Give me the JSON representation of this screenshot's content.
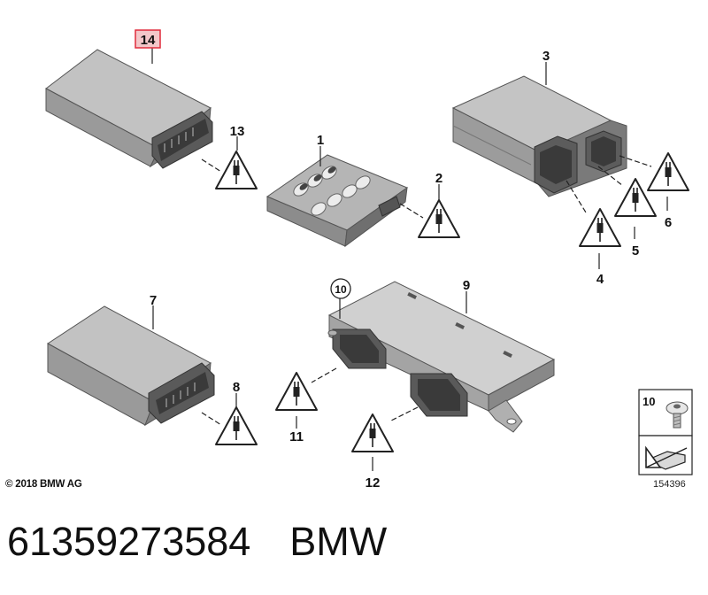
{
  "callouts": {
    "c1": "1",
    "c2": "2",
    "c3": "3",
    "c4": "4",
    "c5": "5",
    "c6": "6",
    "c7": "7",
    "c8": "8",
    "c9": "9",
    "c10": "10",
    "c11": "11",
    "c12": "12",
    "c13": "13",
    "c14": "14"
  },
  "legend": {
    "item_number": "10"
  },
  "copyright": "© 2018 BMW AG",
  "diagram_id": "154396",
  "footer": {
    "part_number": "61359273584",
    "brand": "BMW"
  },
  "colors": {
    "highlight_box": "#e02c3c",
    "highlight_fill": "#f3c7c9",
    "part_grey": "#9c9c9c"
  }
}
